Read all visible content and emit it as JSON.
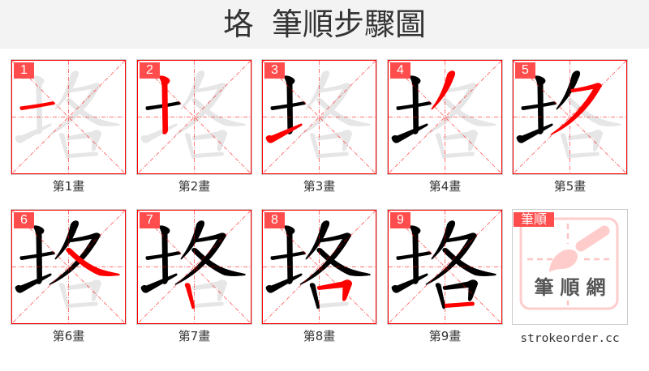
{
  "header": {
    "character": "垎",
    "title": "筆順步驟圖"
  },
  "character": "垎",
  "colors": {
    "active_stroke": "#ff0000",
    "done_stroke": "#000000",
    "pending_stroke": "#e6e6e6",
    "guide_line": "#ff0000",
    "badge": "#ff4c4c",
    "grid_border": "#ff0000",
    "logo_accent": "#ffcccc"
  },
  "steps": [
    {
      "number": "1",
      "label": "第1畫",
      "current_stroke": 1
    },
    {
      "number": "2",
      "label": "第2畫",
      "current_stroke": 2
    },
    {
      "number": "3",
      "label": "第3畫",
      "current_stroke": 3
    },
    {
      "number": "4",
      "label": "第4畫",
      "current_stroke": 4
    },
    {
      "number": "5",
      "label": "第5畫",
      "current_stroke": 5
    },
    {
      "number": "6",
      "label": "第6畫",
      "current_stroke": 6
    },
    {
      "number": "7",
      "label": "第7畫",
      "current_stroke": 7
    },
    {
      "number": "8",
      "label": "第8畫",
      "current_stroke": 8
    },
    {
      "number": "9",
      "label": "第9畫",
      "current_stroke": 9
    }
  ],
  "logo": {
    "badge": "筆順",
    "name": "筆順網",
    "site": "strokeorder.cc"
  }
}
